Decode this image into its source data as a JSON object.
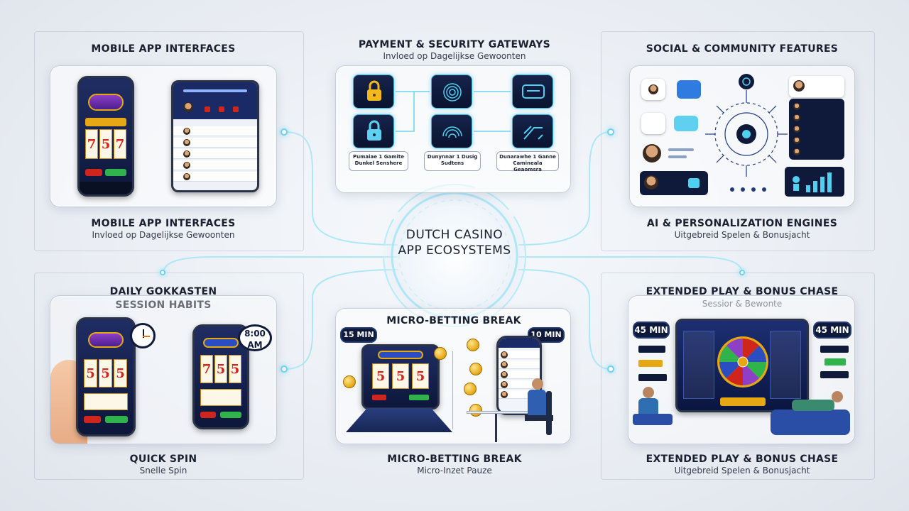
{
  "center": {
    "line1": "DUTCH CASINO",
    "line2": "APP ECOSYSTEMS"
  },
  "sections": {
    "mobile": {
      "title": "MOBILE APP INTERFACES",
      "bottom_title": "MOBILE APP INTERFACES",
      "bottom_sub": "Invloed op Dagelijkse Gewoonten"
    },
    "payment": {
      "title": "PAYMENT & SECURITY GATEWAYS",
      "sub": "Invloed op Dagelijkse Gewoonten",
      "captions": [
        "Pumaiae 1 Gamite Dunkel Senshere",
        "Dunynnar 1 Dusig Sudtens",
        "Dunarawhe 1 Ganne Camineala Geaomsra"
      ]
    },
    "social": {
      "title": "SOCIAL & COMMUNITY FEATURES",
      "bottom_title": "AI & PERSONALIZATION ENGINES",
      "bottom_sub": "Uitgebreid Spelen & Bonusjacht"
    },
    "daily": {
      "title_line1": "DAILY GOKKASTEN",
      "title_line2": "SESSION HABITS",
      "time_line1": "8:00",
      "time_line2": "AM",
      "bottom_title": "QUICK SPIN",
      "bottom_sub": "Snelle Spin"
    },
    "micro": {
      "title": "MICRO-BETTING BREAK",
      "left_badge": "15 MIN",
      "right_badge": "10 MIN",
      "bottom_title": "MICRO-BETTING BREAK",
      "bottom_sub": "Micro-Inzet Pauze"
    },
    "extended": {
      "title": "EXTENDED PLAY & BONUS CHASE",
      "sub": "Sessior & Bewonte",
      "left_badge": "45 MIN",
      "right_badge": "45 MIN",
      "bottom_title": "EXTENDED PLAY & BONUS CHASE",
      "bottom_sub": "Uitgebreid Spelen & Bonusjacht"
    }
  },
  "slot": {
    "reel_digit": "5",
    "reel_seven": "7"
  },
  "icons": [
    "lock-icon",
    "fingerprint-icon",
    "chat-bubble-icon",
    "clock-icon",
    "coin-icon",
    "brain-network-icon",
    "bar-chart-icon",
    "avatar-icon"
  ],
  "colors": {
    "glow": "#9fe3f5",
    "navy": "#0f1a3a",
    "gold": "#e5a713",
    "accent_red": "#d0251b"
  }
}
